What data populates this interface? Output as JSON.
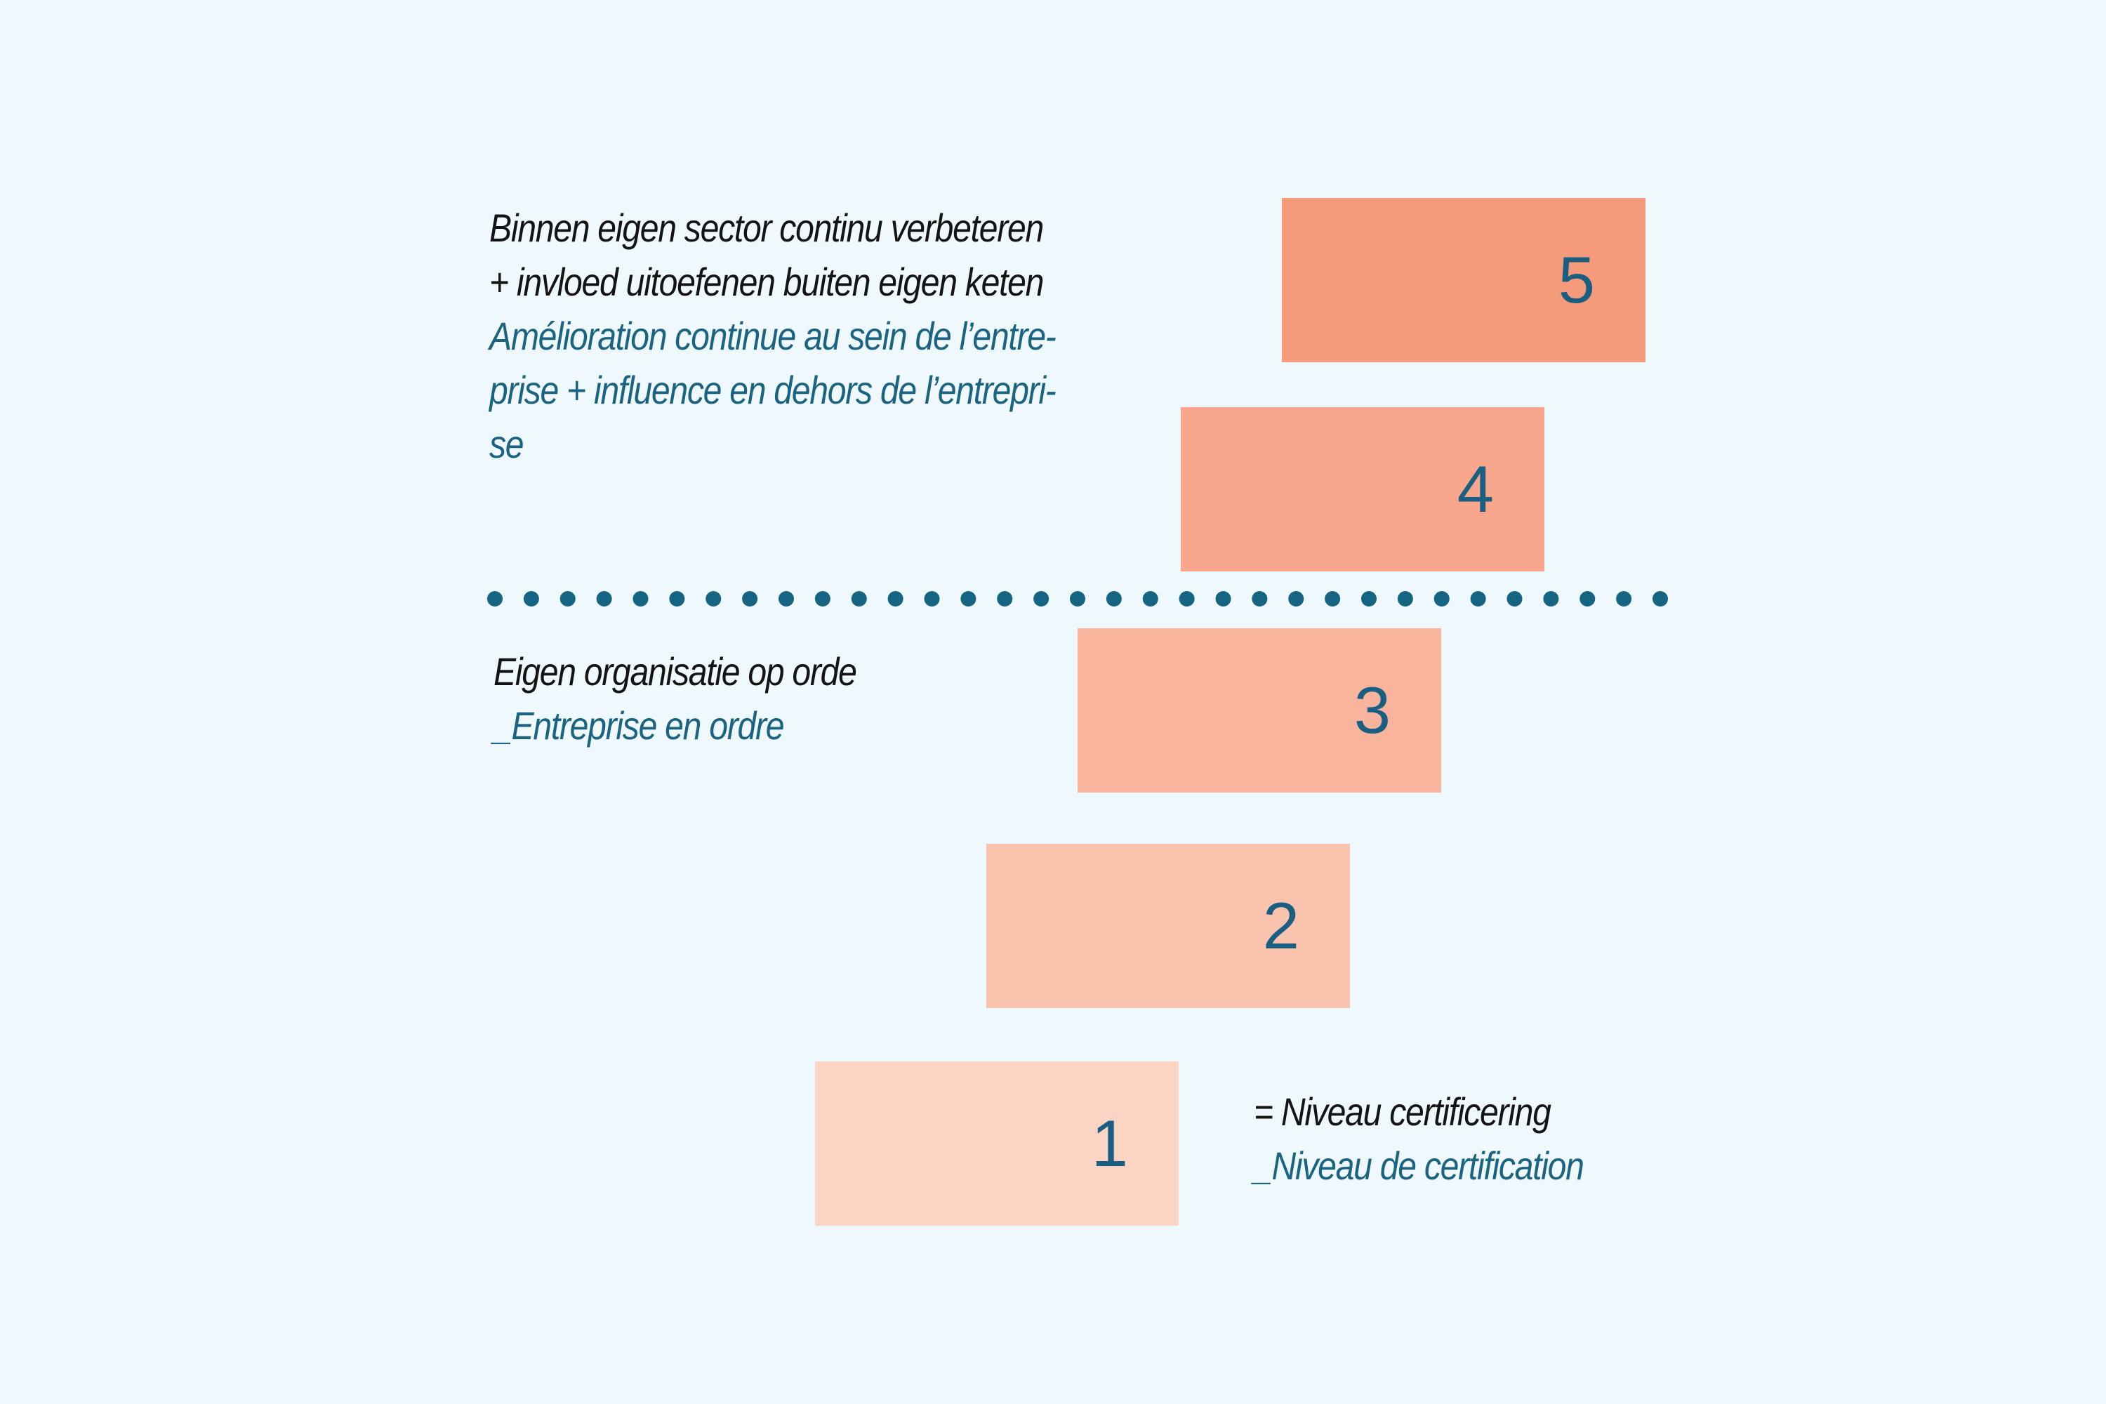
{
  "colors": {
    "background": "#eff8fc",
    "text_nl": "#141414",
    "text_fr": "#1a6482",
    "number": "#1a5f82",
    "divider": "#156582"
  },
  "levels": [
    {
      "label": "5",
      "color": "#f69a7c"
    },
    {
      "label": "4",
      "color": "#f8a78d"
    },
    {
      "label": "3",
      "color": "#f9b49d"
    },
    {
      "label": "2",
      "color": "#fac3ae"
    },
    {
      "label": "1",
      "color": "#fbd4c3"
    }
  ],
  "top_block": {
    "nl": [
      "Binnen eigen sector continu verbeteren",
      "+ invloed uitoefenen buiten eigen keten"
    ],
    "fr": [
      "Amélioration continue au sein de l’entre-",
      "prise + influence en dehors de l’entrepri-",
      "se"
    ]
  },
  "mid_block": {
    "nl": "Eigen organisatie op orde",
    "fr": "_Entreprise en ordre"
  },
  "cert_block": {
    "nl": "= Niveau certificering",
    "fr": "_Niveau de certification"
  }
}
